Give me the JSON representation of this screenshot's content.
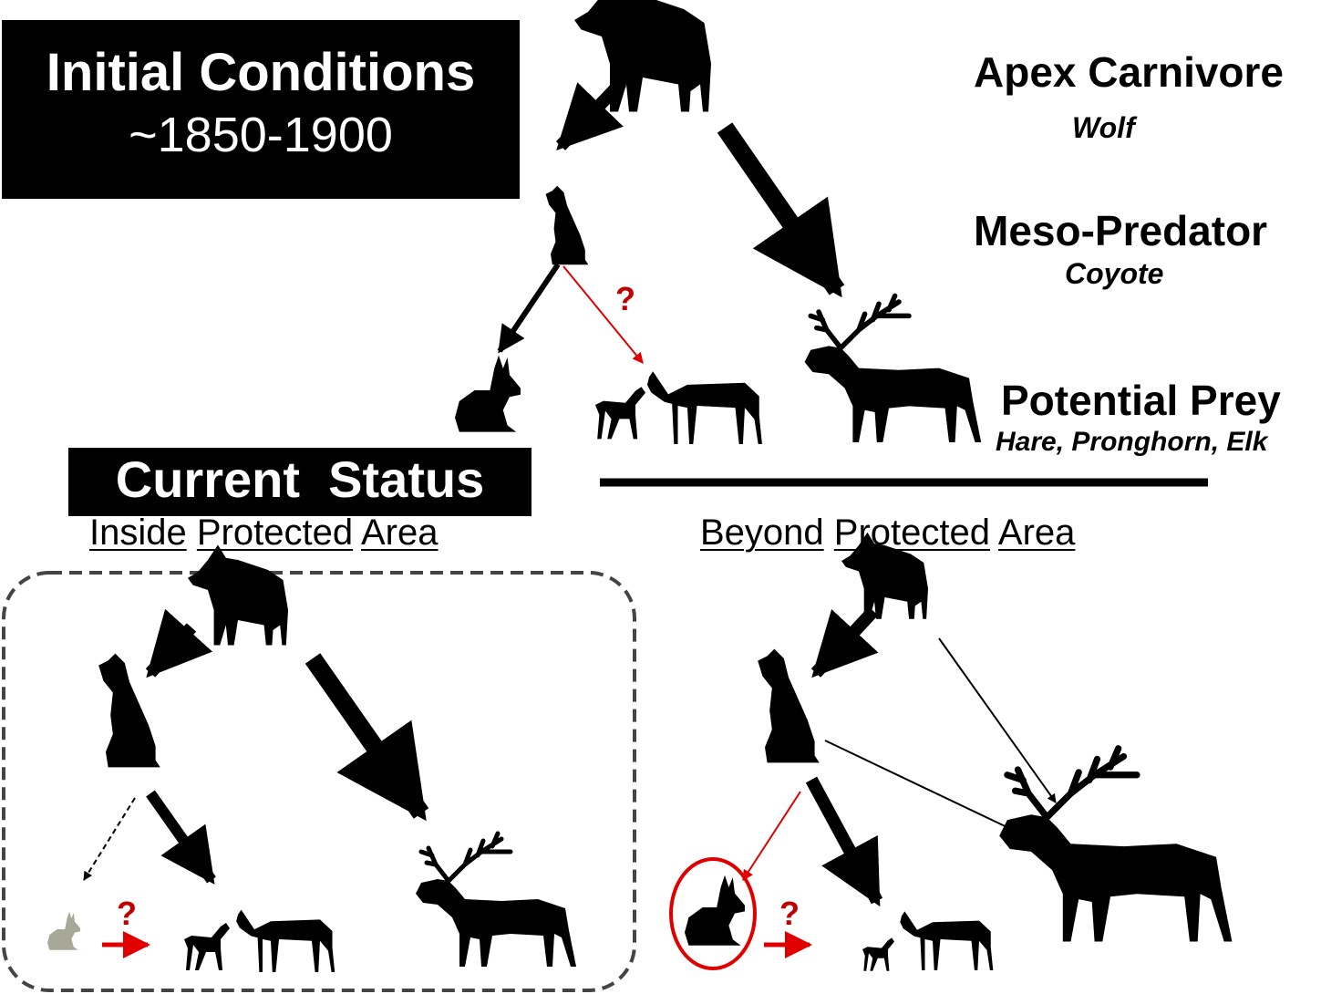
{
  "initial": {
    "title": "Initial Conditions",
    "period": "~1850-1900"
  },
  "levels": {
    "apex": {
      "title": "Apex Carnivore",
      "species": "Wolf"
    },
    "meso": {
      "title": "Meso-Predator",
      "species": "Coyote"
    },
    "prey": {
      "title": "Potential Prey",
      "species": "Hare, Pronghorn, Elk"
    }
  },
  "current": {
    "title": "Current  Status",
    "inside": {
      "w1": "Inside",
      "w2": "Protected",
      "w3": "Area"
    },
    "beyond": {
      "w1": "Beyond",
      "w2": "Protected",
      "w3": "Area"
    }
  },
  "question_mark": "?",
  "colors": {
    "silhouette": "#000000",
    "uncertain_link": "#e00000",
    "question_mark": "#c00000",
    "reduced_hare": "#a8a898",
    "dashed_border": "#444444"
  },
  "icons": [
    "wolf-icon",
    "coyote-icon",
    "hare-icon",
    "pronghorn-icon",
    "pronghorn-fawn-icon",
    "elk-icon"
  ]
}
